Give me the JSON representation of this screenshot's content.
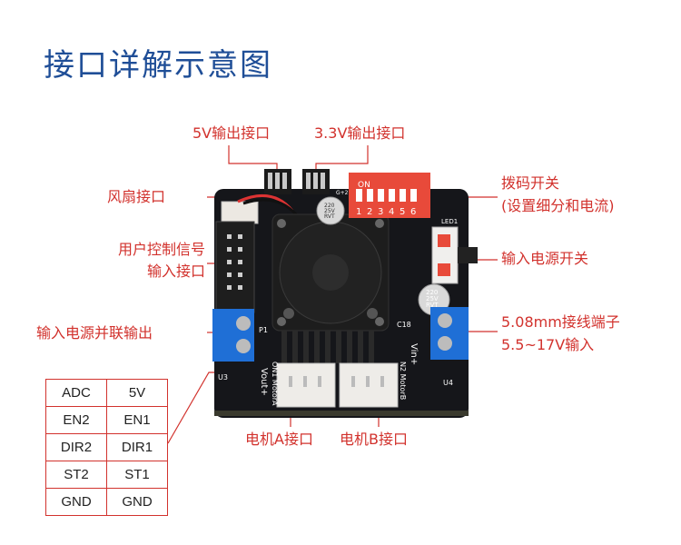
{
  "title": "接口详解示意图",
  "labels": {
    "out5v": "5V输出接口",
    "out33v": "3.3V输出接口",
    "fan": "风扇接口",
    "user_ctrl_1": "用户控制信号",
    "user_ctrl_2": "输入接口",
    "parallel": "输入电源并联输出",
    "dip_1": "拨码开关",
    "dip_2": "(设置细分和电流)",
    "power_switch": "输入电源开关",
    "terminal_1": "5.08mm接线端子",
    "terminal_2": "5.5~17V输入",
    "motor_a": "电机A接口",
    "motor_b": "电机B接口"
  },
  "board_silk": {
    "dip_on": "ON",
    "dip_numbers": [
      "1",
      "2",
      "3",
      "4",
      "5",
      "6"
    ],
    "cap": [
      "220",
      "25V",
      "RVT"
    ],
    "cap2": [
      "220",
      "25V",
      "RVT"
    ],
    "vout": "Vout+",
    "vin": "Vin+",
    "motor_a": "ON1 MotorA",
    "motor_b": "N2 MotorB",
    "u3": "U3",
    "u4": "U4",
    "p1": "P1",
    "led": "LED1",
    "c18": "C18",
    "g2": "G+2"
  },
  "pin_table": [
    [
      "ADC",
      "5V"
    ],
    [
      "EN2",
      "EN1"
    ],
    [
      "DIR2",
      "DIR1"
    ],
    [
      "ST2",
      "ST1"
    ],
    [
      "GND",
      "GND"
    ]
  ],
  "colors": {
    "title": "#1f4e97",
    "label": "#d2322d",
    "board": "#15161a",
    "terminal": "#1f6fd6",
    "dip": "#e84a3a"
  }
}
